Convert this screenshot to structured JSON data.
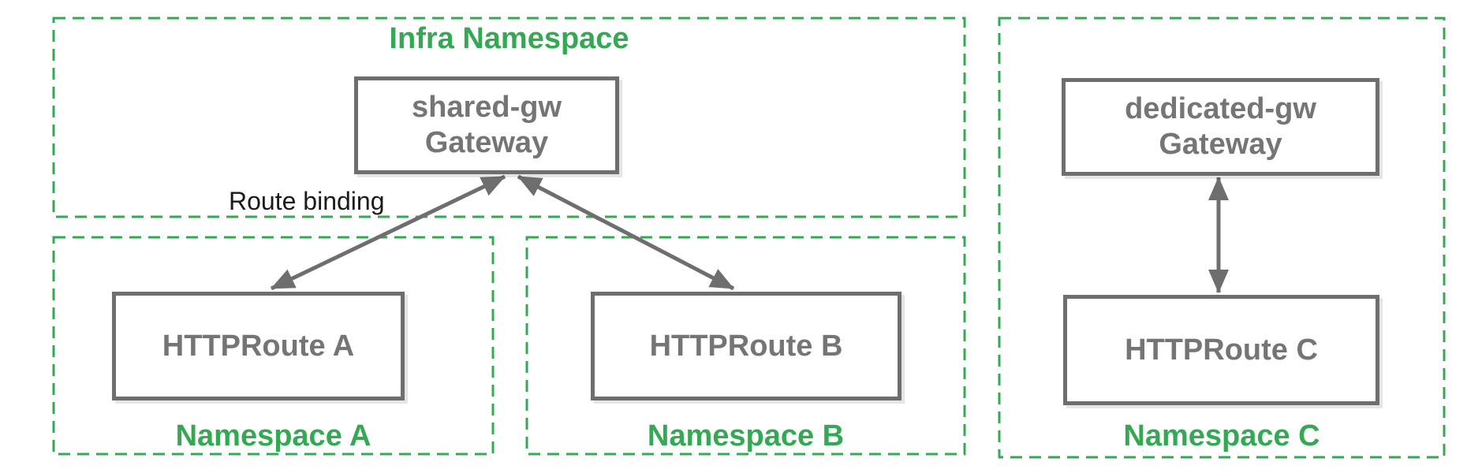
{
  "containers": {
    "infra": {
      "label": "Infra Namespace"
    },
    "ns_a": {
      "label": "Namespace A"
    },
    "ns_b": {
      "label": "Namespace B"
    },
    "ns_c": {
      "label": "Namespace C"
    }
  },
  "nodes": {
    "shared_gw": {
      "name": "shared-gw",
      "kind": "Gateway"
    },
    "dedicated_gw": {
      "name": "dedicated-gw",
      "kind": "Gateway"
    },
    "route_a": {
      "label": "HTTPRoute A"
    },
    "route_b": {
      "label": "HTTPRoute B"
    },
    "route_c": {
      "label": "HTTPRoute C"
    }
  },
  "annotations": {
    "route_binding": "Route binding"
  },
  "colors": {
    "namespace_green": "#34A853",
    "node_border_gray": "#6E6E6E",
    "node_text_gray": "#757575",
    "arrow_gray": "#6E6E6E",
    "annotation_black": "#1A1A1A",
    "background": "#FFFFFF"
  }
}
